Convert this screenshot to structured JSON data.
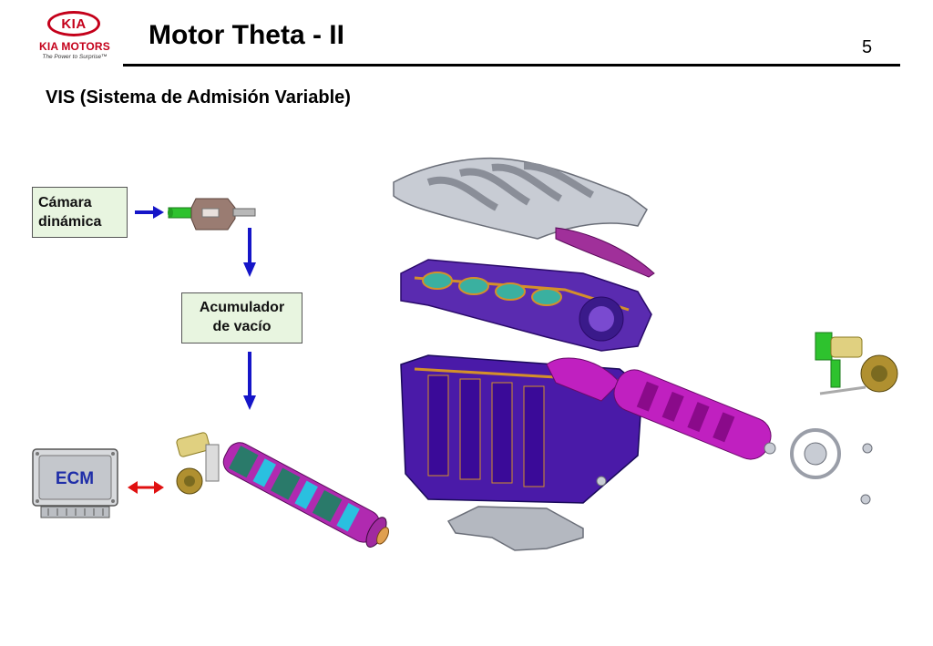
{
  "logo": {
    "brand": "KIA",
    "name": "KIA MOTORS",
    "tagline": "The Power to Surprise™"
  },
  "slide": {
    "title": "Motor Theta - II",
    "page_number": "5",
    "subtitle": "VIS (Sistema de Admisión Variable)"
  },
  "diagram": {
    "camara_line1": "Cámara",
    "camara_line2": "dinámica",
    "acumulador_line1": "Acumulador",
    "acumulador_line2": "de vacío",
    "ecm_label": "ECM"
  },
  "colors": {
    "arrow_blue": "#1515c8",
    "arrow_red": "#e01010",
    "box_fill": "#e8f5e0",
    "manifold_purple": "#5a2bb0",
    "manifold_magenta": "#c020c0",
    "manifold_grey": "#c8ccd4",
    "kia_red": "#c4001a"
  }
}
